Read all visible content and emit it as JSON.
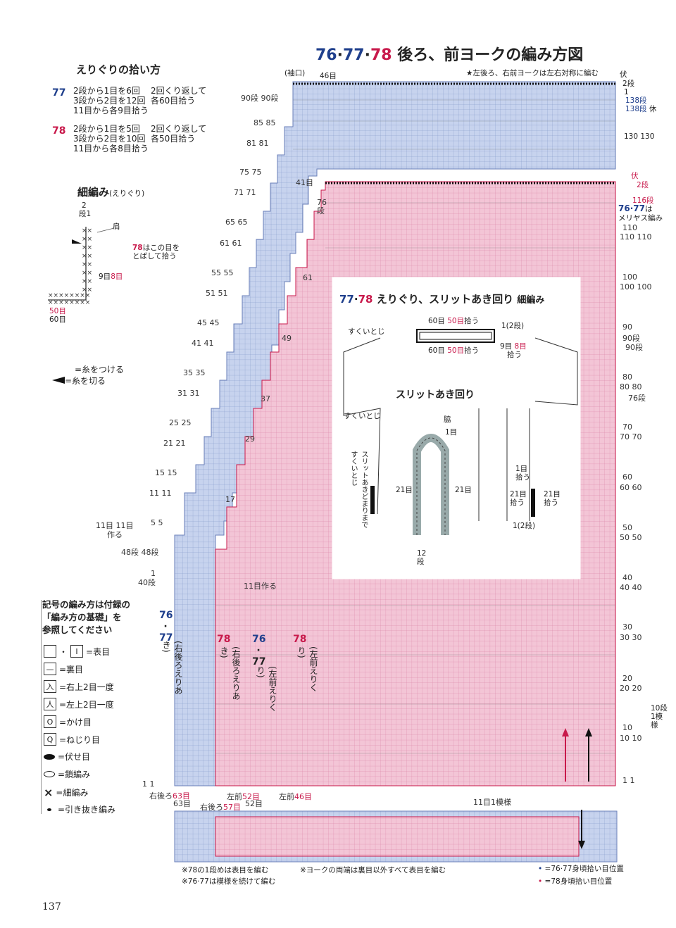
{
  "title": {
    "p1": "76",
    "d1": "·",
    "p2": "77",
    "d2": "·",
    "p3": "78",
    "rest": "後ろ、前ヨークの編み方図"
  },
  "pickup": {
    "heading": "えりぐりの拾い方",
    "s77": {
      "label": "77",
      "lines": [
        "2段から1目を6回",
        "3段から2目を12回",
        "11目から各9目拾う"
      ],
      "note1": "2回くり返して",
      "note2": "各60目拾う"
    },
    "s78": {
      "label": "78",
      "lines": [
        "2段から1目を5回",
        "3段から2目を10回",
        "11目から各8目拾う"
      ],
      "note1": "2回くり返して",
      "note2": "各50目拾う"
    }
  },
  "crochet": {
    "heading": "細編み",
    "sub": "(えりぐり)",
    "r2": "2",
    "r1": "段1",
    "shoulder": "肩",
    "note_num": "78",
    "note": "はこの目を",
    "note2": "とばして拾う",
    "st9": "9目",
    "st8": "8目",
    "st50": "50目",
    "st60": "60目"
  },
  "yarn": {
    "attach": "=糸をつける",
    "cut": "=糸を切る"
  },
  "symbols": {
    "heading1": "記号の編み方は付録の",
    "heading2": "「編み方の基礎」を",
    "heading3": "参照してください",
    "items": [
      {
        "mark": "□・I",
        "label": "=表目"
      },
      {
        "mark": "—",
        "label": "=裏目"
      },
      {
        "mark": "入",
        "label": "=右上2目一度"
      },
      {
        "mark": "人",
        "label": "=左上2目一度"
      },
      {
        "mark": "O",
        "label": "=かけ目"
      },
      {
        "mark": "Q",
        "label": "=ねじり目"
      },
      {
        "mark": "●",
        "label": "=伏せ目"
      },
      {
        "mark": "⬭",
        "label": "=鎖編み"
      },
      {
        "mark": "×",
        "label": "=細編み"
      },
      {
        "mark": "•",
        "label": "=引き抜き編み"
      }
    ]
  },
  "chart": {
    "top_note": "★左後ろ、右前ヨークは左右対称に編む",
    "sleeve": "(袖口)",
    "st46": "46目",
    "fuse": "伏",
    "r2": "2段",
    "r1": "1",
    "r138": "138段",
    "r138b": "138段",
    "kyu": "休",
    "r130": "130 130",
    "r116": "116段",
    "r76_77a": "76·77",
    "r76_77b": "は",
    "meriyasu": "メリヤス編み",
    "left_rows": [
      "90段 90段",
      "85 85",
      "81 81",
      "75 75",
      "71 71",
      "65 65",
      "61 61",
      "55 55",
      "51 51",
      "45 45",
      "41 41",
      "35 35",
      "31 31",
      "25 25",
      "21 21",
      "15 15",
      "11 11",
      "5 5"
    ],
    "right_rows": [
      "110",
      "110 110",
      "100",
      "100 100",
      "90",
      "90段",
      "90段",
      "80",
      "80 80",
      "76段",
      "70",
      "70 70",
      "60",
      "60 60",
      "50",
      "50 50",
      "40",
      "40 40",
      "30",
      "30 30",
      "20",
      "20 20",
      "10",
      "10 10",
      "1 1"
    ],
    "red_marks": [
      "41目",
      "76段",
      "61",
      "49",
      "37",
      "29",
      "17"
    ],
    "left_bottom": {
      "s11": "11目 11目",
      "saku": "作る",
      "s48": "48段 48段",
      "s1": "1",
      "s40": "40段",
      "s11make": "11目作る",
      "r11": "1 1",
      "right_back": "右後ろ",
      "st63": "63目",
      "st63b": "63目",
      "right_back2": "右後ろ",
      "st57": "57目",
      "left_front": "左前",
      "st52": "52目",
      "st52b": "52目",
      "left_front2": "左前",
      "st46b": "46目"
    },
    "vert_labels": {
      "v76": "76",
      "v77": "77",
      "v77sub": "(右後ろえりあき)",
      "v78a": "78",
      "v78asub": "(右後ろえりあき)",
      "v76b": "76",
      "v77b": "77",
      "v77bsub": "(左前えりくり)",
      "v78b": "78",
      "v78bsub": "(左前えりくり)"
    },
    "repeat": "11目1模様",
    "pattern10": "10段1模様",
    "bottom_note1": "※78の1段めは表目を編む",
    "bottom_note2": "※76·77は模様を続けて編む",
    "bottom_note3": "※ヨークの両端は裏目以外すべて表目を編む",
    "pos76": "=76·77身頃拾い目位置",
    "pos78": "=78身頃拾い目位置"
  },
  "inset": {
    "title_a": "77",
    "title_b": "·",
    "title_c": "78",
    "title_rest": "えりぐり、スリットあき回り",
    "title_tail": "細編み",
    "st60a": "60目",
    "st50a": "50目",
    "hirou_a": "拾う",
    "r1a": "1(2段)",
    "st60b": "60目",
    "st50b": "50目",
    "hirou_b": "拾う",
    "st9": "9目",
    "st8": "8目",
    "hirou_c": "拾う",
    "sukui1": "すくいとじ",
    "sukui2": "すくいとじ",
    "slit_title": "スリットあき回り",
    "waki": "脇",
    "m1": "1目",
    "m21a": "21目",
    "m21b": "21目",
    "r12": "12",
    "dan": "段",
    "slit_vert": "スリットあきどまりまですくいとじ",
    "m1b": "1目",
    "hirou_d": "拾う",
    "m21c": "21目",
    "hirou_e": "拾う",
    "m21d": "21目",
    "hirou_f": "拾う",
    "r1b": "1(2段)"
  },
  "page_number": "137",
  "colors": {
    "blue": "#c7d3ee",
    "pink": "#f3c5d6",
    "blue_ink": "#1f3f8c",
    "red_ink": "#c8194b"
  }
}
